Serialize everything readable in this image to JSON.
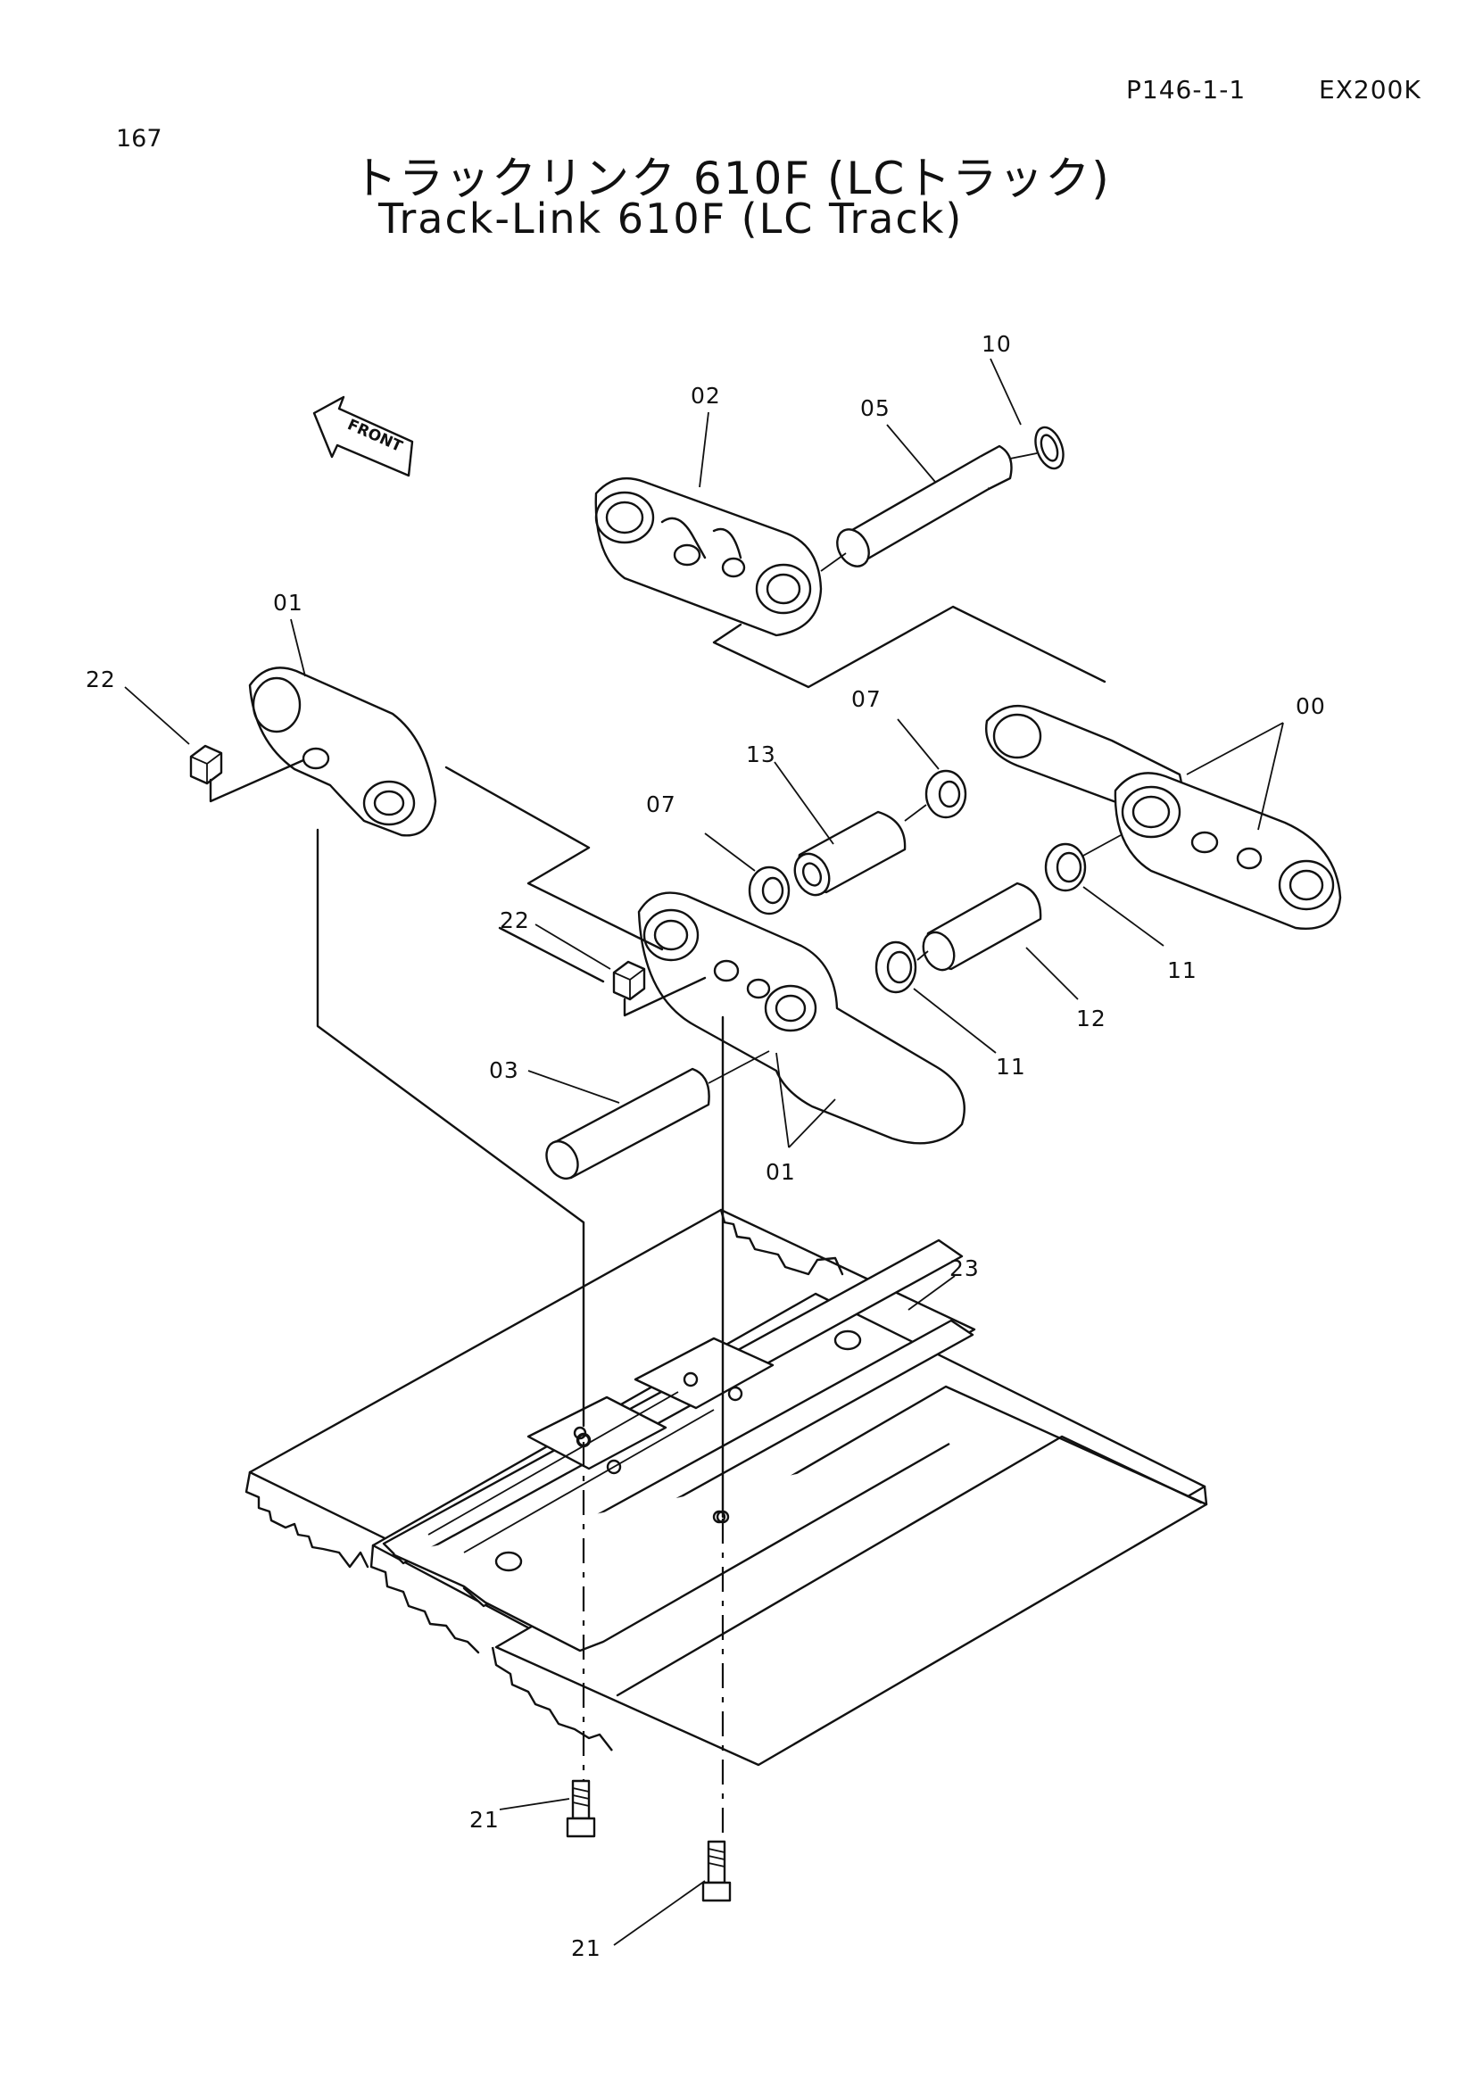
{
  "header": {
    "page_number": "167",
    "page_code": "P146-1-1",
    "model_code": "EX200K",
    "title_ja": "トラックリンク 610F (LCトラック)",
    "title_en": "Track-Link 610F (LC Track)"
  },
  "diagram": {
    "direction_marker": "FRONT",
    "callouts": {
      "c00": "00",
      "c01_top": "01",
      "c01_bottom": "01",
      "c02": "02",
      "c03": "03",
      "c05": "05",
      "c07_right": "07",
      "c07_left": "07",
      "c10": "10",
      "c11_right": "11",
      "c11_left": "11",
      "c12": "12",
      "c13": "13",
      "c21_upper": "21",
      "c21_lower": "21",
      "c22_top": "22",
      "c22_mid": "22",
      "c23": "23"
    }
  }
}
